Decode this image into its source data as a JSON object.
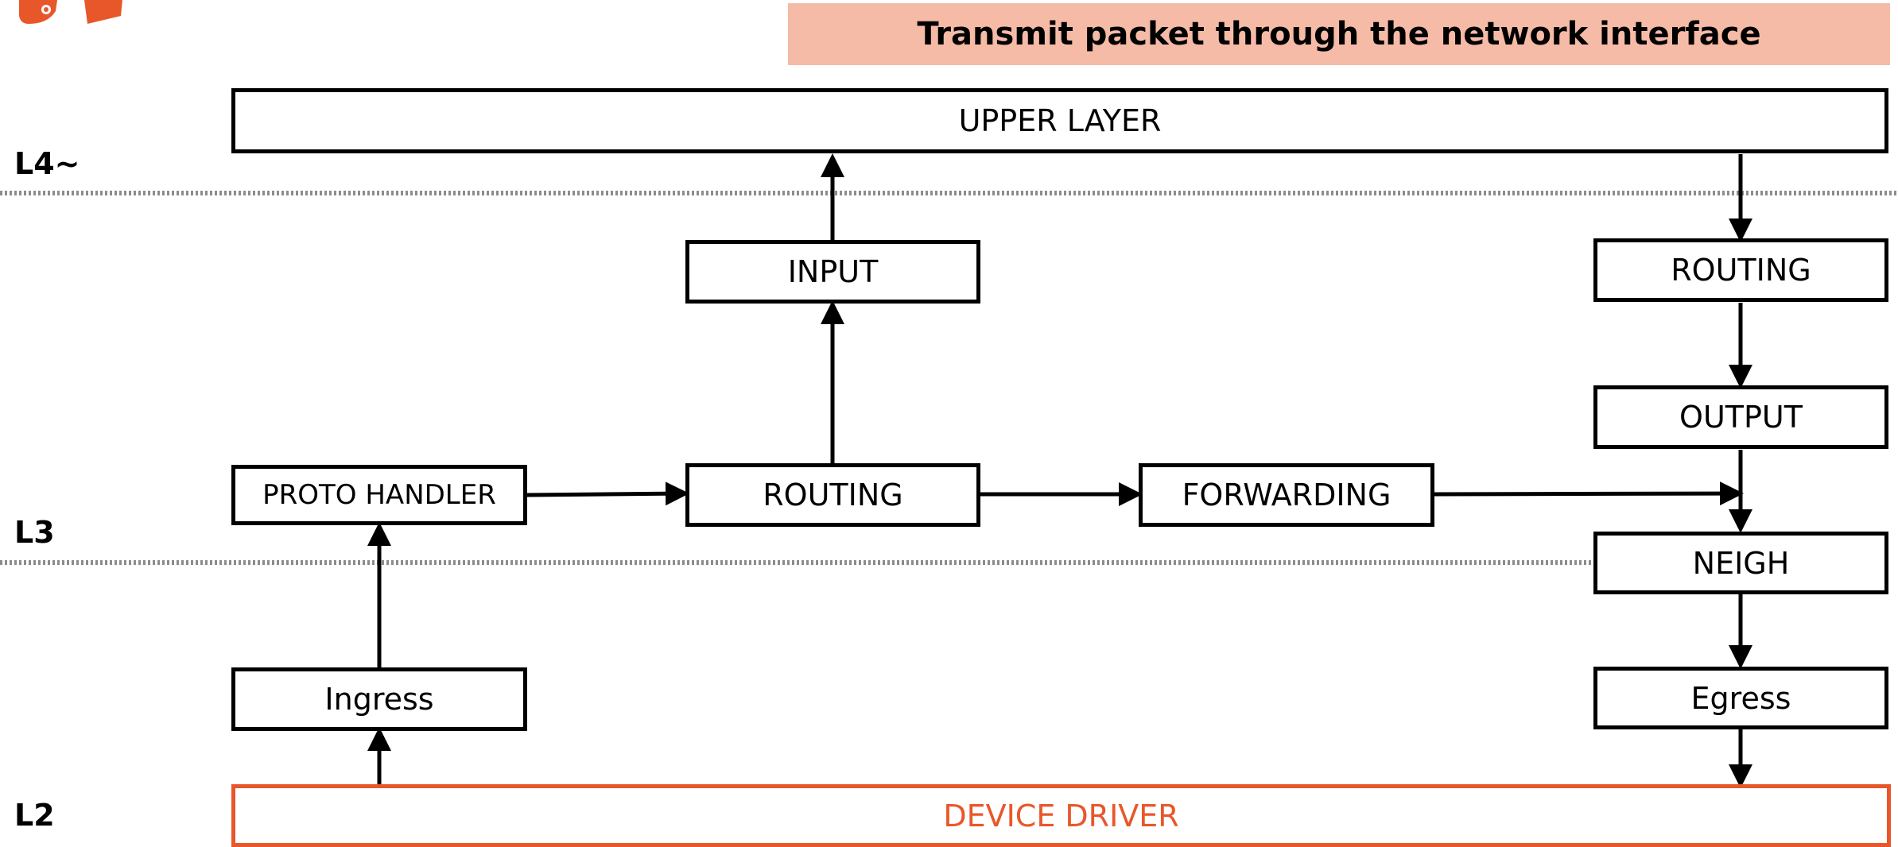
{
  "title": "Transmit packet through the network interface",
  "layers": {
    "l4": "L4~",
    "l3": "L3",
    "l2": "L2"
  },
  "boxes": {
    "upper_layer": "UPPER LAYER",
    "input": "INPUT",
    "routing_tx": "ROUTING",
    "output": "OUTPUT",
    "proto_handler": "PROTO HANDLER",
    "routing_rx": "ROUTING",
    "forwarding": "FORWARDING",
    "neigh": "NEIGH",
    "ingress": "Ingress",
    "egress": "Egress",
    "device_driver": "DEVICE DRIVER"
  },
  "colors": {
    "accent": "#e8572a",
    "banner": "#f6bba7",
    "separator": "#8c8c8c"
  }
}
